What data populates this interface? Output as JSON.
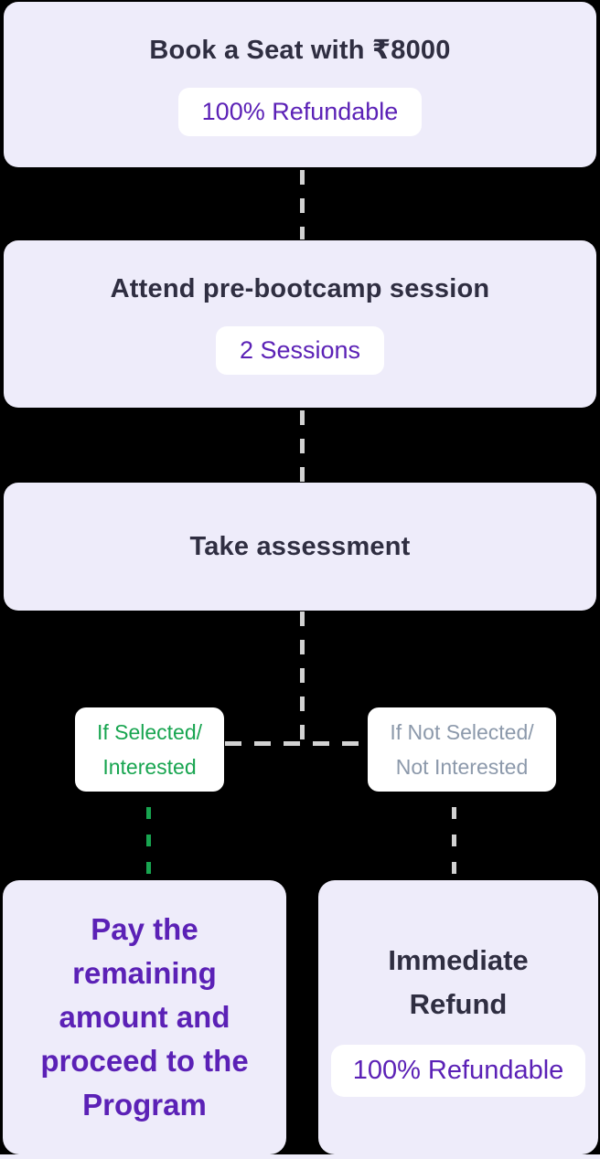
{
  "colors": {
    "card_bg": "#EEECFA",
    "badge_bg": "#FFFFFF",
    "title_text": "#2F2E41",
    "accent_purple": "#5B21B6",
    "branch_green": "#18A550",
    "branch_gray": "#8C99AB",
    "connector_gray": "#D2D2D2",
    "background": "#000000"
  },
  "flow": {
    "steps": [
      {
        "title": "Book a Seat with ₹8000",
        "badge": "100% Refundable"
      },
      {
        "title": "Attend pre-bootcamp session",
        "badge": "2 Sessions"
      },
      {
        "title": "Take assessment"
      }
    ],
    "branch_labels": {
      "selected": {
        "lines": [
          "If Selected/",
          "Interested"
        ]
      },
      "not_selected": {
        "lines": [
          "If Not Selected/",
          "Not Interested"
        ]
      }
    },
    "outcomes": {
      "selected": {
        "lines": [
          "Pay the",
          "remaining",
          "amount and",
          "proceed to the",
          "Program"
        ]
      },
      "not_selected": {
        "title_lines": [
          "Immediate",
          "Refund"
        ],
        "badge": "100% Refundable"
      }
    }
  }
}
